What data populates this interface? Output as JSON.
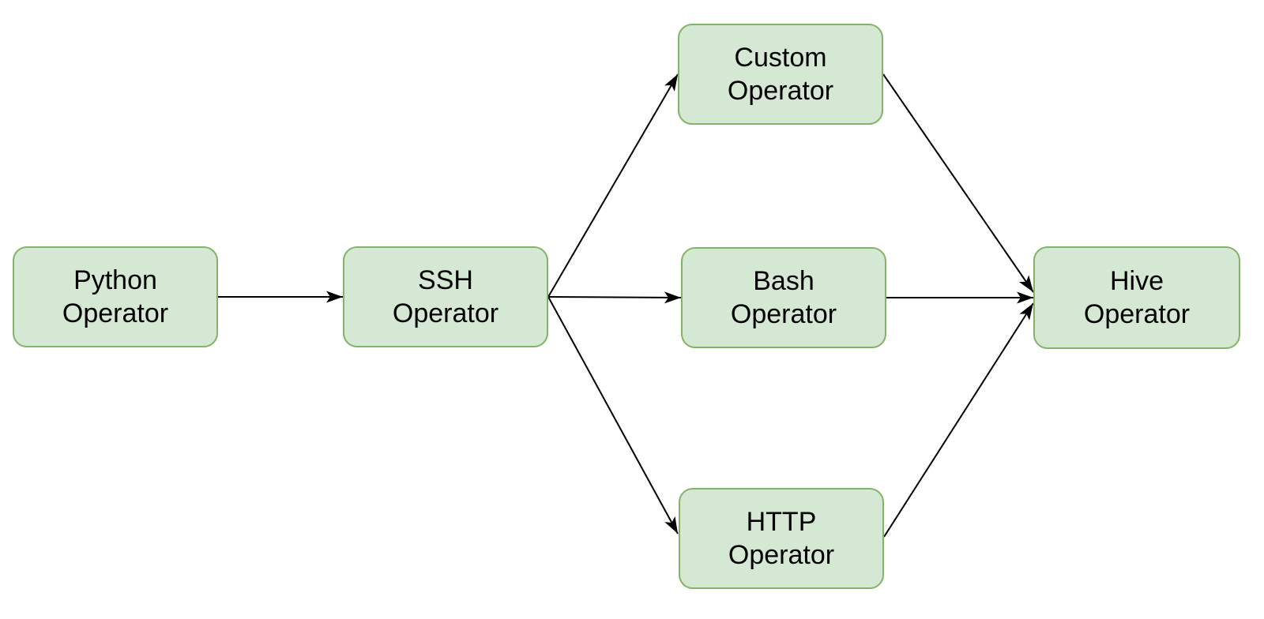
{
  "diagram": {
    "background_color": "#ffffff",
    "node_fill_color": "#d5e8d4",
    "node_border_color": "#82b366",
    "text_color": "#000000",
    "edge_color": "#000000",
    "nodes": [
      {
        "id": "python-operator",
        "label": "Python\nOperator"
      },
      {
        "id": "ssh-operator",
        "label": "SSH\nOperator"
      },
      {
        "id": "custom-operator",
        "label": "Custom\nOperator"
      },
      {
        "id": "bash-operator",
        "label": "Bash\nOperator"
      },
      {
        "id": "http-operator",
        "label": "HTTP\nOperator"
      },
      {
        "id": "hive-operator",
        "label": "Hive\nOperator"
      }
    ],
    "edges": [
      {
        "from": "python-operator",
        "to": "ssh-operator"
      },
      {
        "from": "ssh-operator",
        "to": "custom-operator"
      },
      {
        "from": "ssh-operator",
        "to": "bash-operator"
      },
      {
        "from": "ssh-operator",
        "to": "http-operator"
      },
      {
        "from": "custom-operator",
        "to": "hive-operator"
      },
      {
        "from": "bash-operator",
        "to": "hive-operator"
      },
      {
        "from": "http-operator",
        "to": "hive-operator"
      }
    ]
  }
}
